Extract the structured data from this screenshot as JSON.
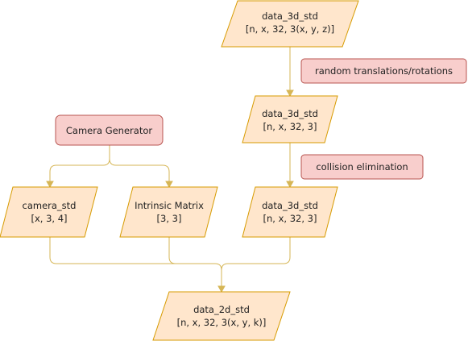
{
  "nodes": {
    "data_3d_top": {
      "line1": "data_3d_std",
      "line2": "[n, x, 32, 3(x, y, z)]"
    },
    "random_transform": {
      "label": "random translations/rotations"
    },
    "data_3d_mid": {
      "line1": "data_3d_std",
      "line2": "[n, x, 32, 3]"
    },
    "collision_elim": {
      "label": "collision elimination"
    },
    "data_3d_low": {
      "line1": "data_3d_std",
      "line2": "[n, x, 32, 3]"
    },
    "camera_generator": {
      "label": "Camera Generator"
    },
    "camera_std": {
      "line1": "camera_std",
      "line2": "[x, 3, 4]"
    },
    "intrinsic_matrix": {
      "line1": "Intrinsic Matrix",
      "line2": "[3, 3]"
    },
    "data_2d": {
      "line1": "data_2d_std",
      "line2": "[n, x, 32, 3(x, y, k)]"
    }
  },
  "colors": {
    "data_fill": "#ffe6cc",
    "data_stroke": "#d79b00",
    "process_fill": "#f8cecc",
    "process_stroke": "#b85450",
    "edge": "#d6b656"
  }
}
